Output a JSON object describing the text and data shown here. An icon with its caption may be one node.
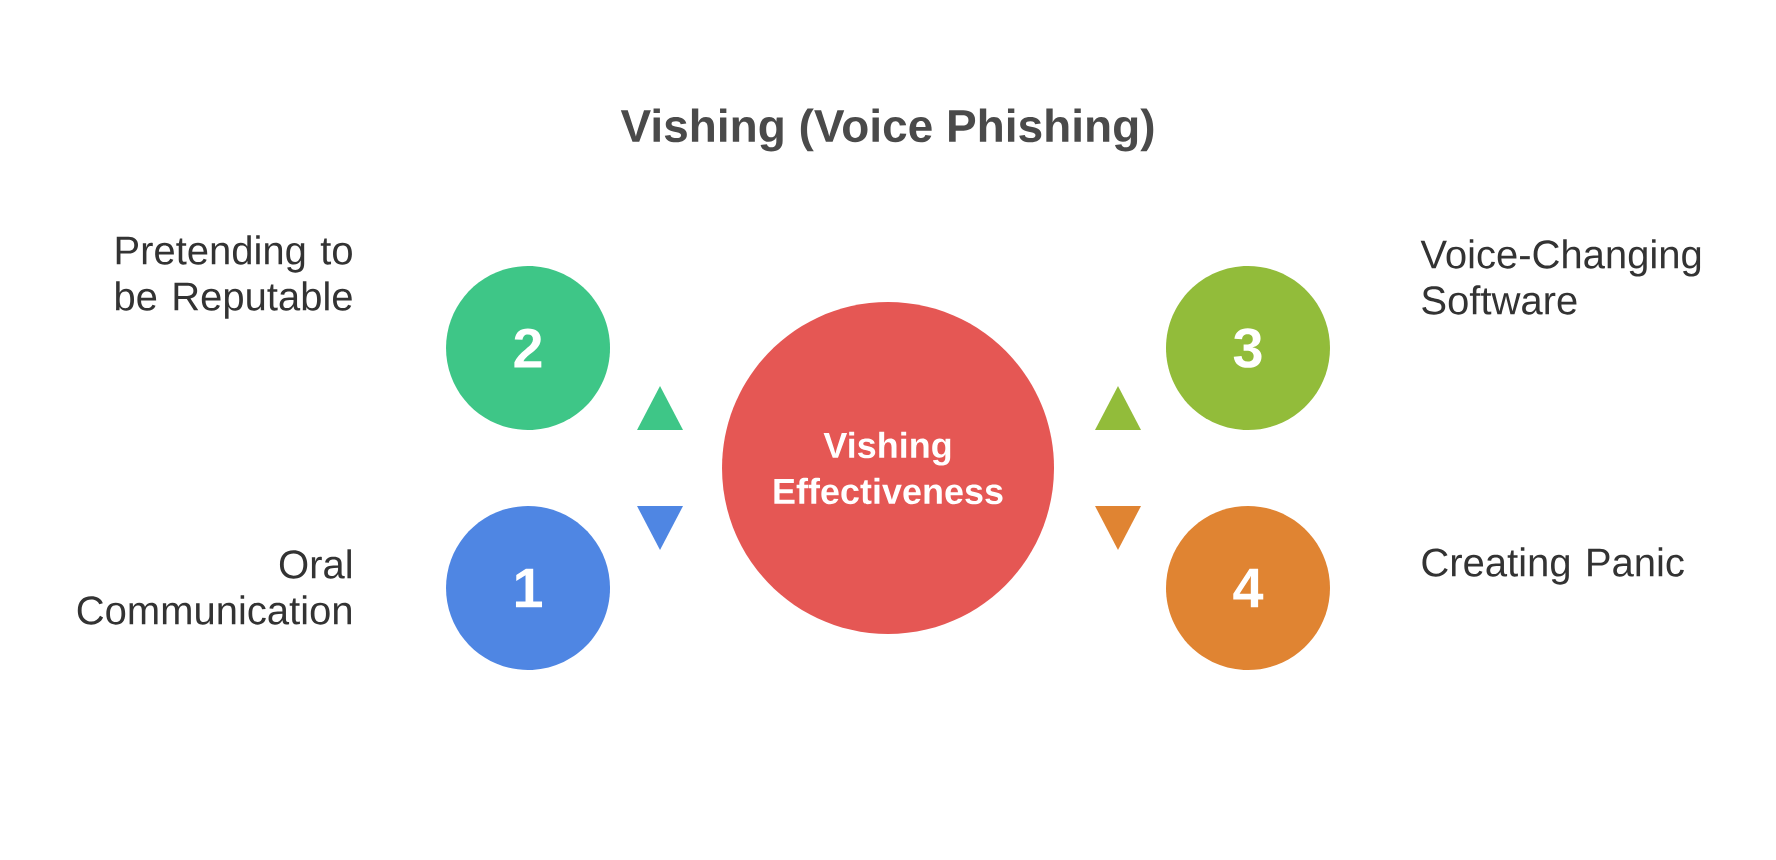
{
  "diagram": {
    "title": "Vishing (Voice Phishing)",
    "nodes": [
      {
        "text": [
          "2"
        ],
        "beside": [
          "Pretending to be Reputable"
        ]
      },
      {
        "text": [
          "3"
        ],
        "beside": [
          "Voice-Changing Software"
        ]
      },
      {
        "text": [
          "Vishing Effectiveness"
        ]
      },
      {
        "text": [
          "1"
        ],
        "beside": [
          "Oral Communication"
        ]
      },
      {
        "text": [
          "4"
        ],
        "beside": [
          "Creating Panic"
        ]
      }
    ]
  }
}
